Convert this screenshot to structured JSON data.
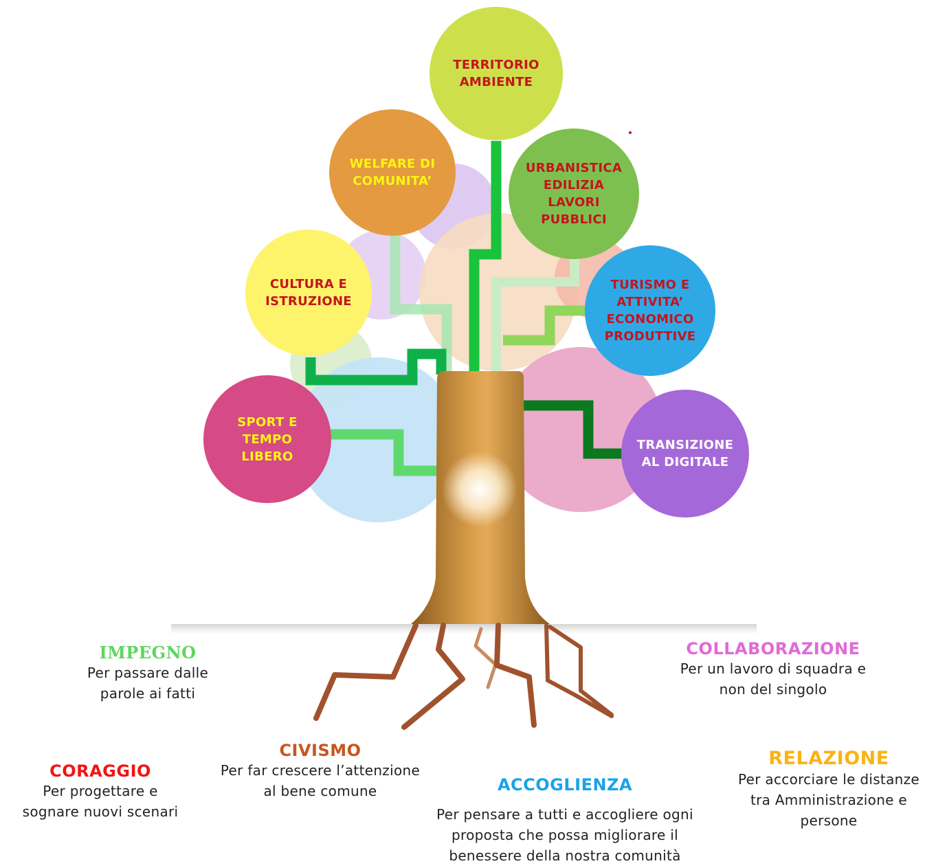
{
  "colors": {
    "trunk_dark": "#8a5a1c",
    "trunk_light": "#e3a24a",
    "root": "#a0522d",
    "branch_green": "#19c33c",
    "branch_dark": "#0b7a1e"
  },
  "areas": [
    {
      "id": "territorio",
      "label": "TERRITORIO\nAMBIENTE",
      "color": "#cde04b",
      "text_color": "#c4141d"
    },
    {
      "id": "welfare",
      "label": "WELFARE DI\nCOMUNITA’",
      "color": "#e39a40",
      "text_color": "#fdf514"
    },
    {
      "id": "urbanistica",
      "label": "URBANISTICA\nEDILIZIA\nLAVORI\nPUBBLICI",
      "color": "#7ec04f",
      "text_color": "#c4141d"
    },
    {
      "id": "cultura",
      "label": "CULTURA E\nISTRUZIONE",
      "color": "#fef46b",
      "text_color": "#c4141d"
    },
    {
      "id": "turismo",
      "label": "TURISMO E\nATTIVITA’\nECONOMICO\nPRODUTTIVE",
      "color": "#2ea9e6",
      "text_color": "#c4141d"
    },
    {
      "id": "sport",
      "label": "SPORT E\nTEMPO\nLIBERO",
      "color": "#d64a86",
      "text_color": "#fdf514"
    },
    {
      "id": "digitale",
      "label": "TRANSIZIONE\nAL DIGITALE",
      "color": "#a568d9",
      "text_color": "#ffffff"
    }
  ],
  "values": [
    {
      "id": "impegno",
      "title": "IMPEGNO",
      "color": "#5ed65e",
      "desc": "Per passare dalle\nparole ai fatti"
    },
    {
      "id": "collaborazione",
      "title": "COLLABORAZIONE",
      "color": "#e06ad8",
      "desc": "Per un lavoro di squadra e\nnon del singolo"
    },
    {
      "id": "civismo",
      "title": "CIVISMO",
      "color": "#c8561e",
      "desc": "Per far crescere l’attenzione\nal bene comune"
    },
    {
      "id": "coraggio",
      "title": "CORAGGIO",
      "color": "#f21414",
      "desc": "Per progettare e\nsognare nuovi scenari"
    },
    {
      "id": "accoglienza",
      "title": "ACCOGLIENZA",
      "color": "#1aa3e8",
      "desc": "Per pensare a tutti e accogliere ogni\nproposta che possa migliorare il\nbenessere della nostra comunità"
    },
    {
      "id": "relazione",
      "title": "RELAZIONE",
      "color": "#fbb313",
      "desc": "Per accorciare le distanze\ntra Amministrazione e\npersone"
    }
  ]
}
